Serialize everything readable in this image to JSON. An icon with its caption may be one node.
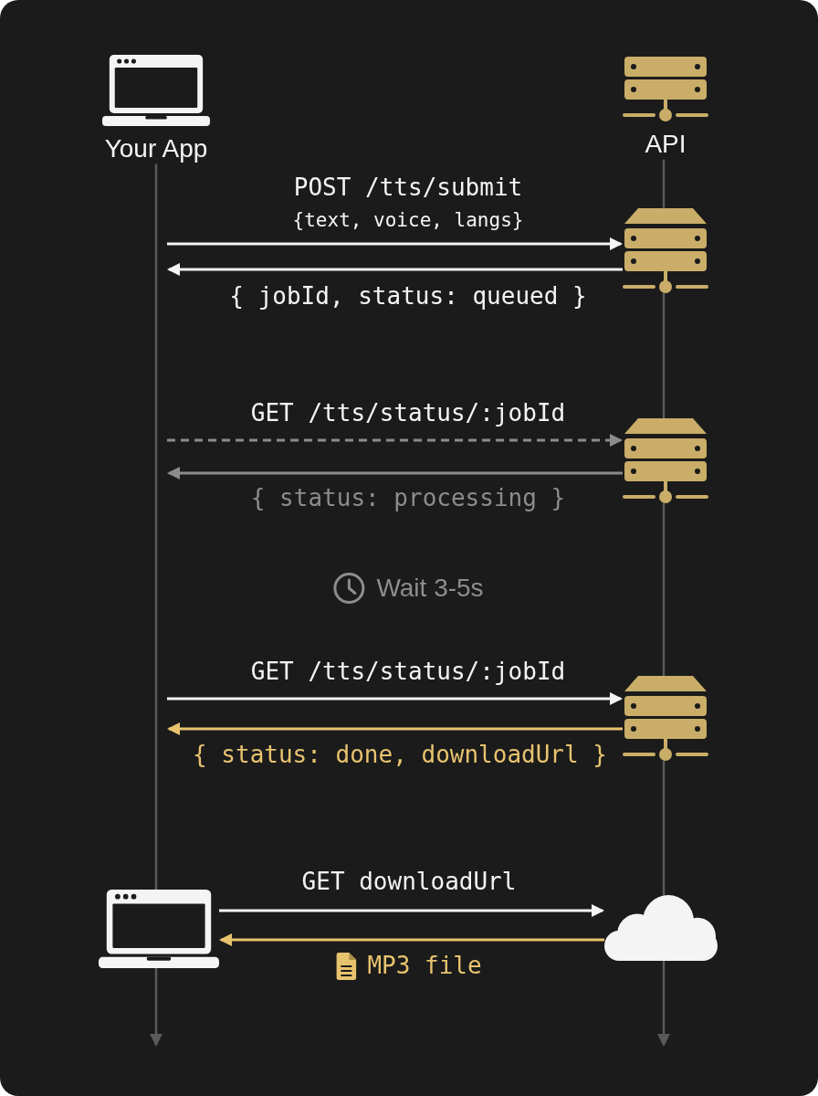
{
  "diagram": {
    "nodes": [
      {
        "text": [
          "Your App"
        ]
      },
      {
        "text": [
          "API"
        ]
      },
      {
        "text": [],
        "shape": "picture"
      },
      {
        "text": [],
        "shape": "picture"
      },
      {
        "text": [],
        "shape": "picture"
      },
      {
        "text": [],
        "shape": "picture"
      },
      {
        "text": [],
        "shape": "cloud"
      }
    ],
    "edges": [
      {
        "from": null,
        "to": 2,
        "arrow": "to",
        "label": "POST /tts/submit",
        "color": "#f4f4f4"
      },
      {
        "from": 2,
        "to": null,
        "arrow": "to",
        "label": "{ jobId, status: queued }",
        "color": "#f4f4f4"
      },
      {
        "from": null,
        "to": 3,
        "arrow": "to",
        "label": "GET /tts/status/:jobId",
        "style": "dashed",
        "color": "#8c8c8c"
      },
      {
        "from": 3,
        "to": null,
        "arrow": "to",
        "label": "{ status: processing }",
        "color": "#8c8c8c"
      },
      {
        "from": null,
        "to": 4,
        "arrow": "to",
        "label": "GET /tts/status/:jobId",
        "color": "#f4f4f4"
      },
      {
        "from": 4,
        "to": null,
        "arrow": "to",
        "label": "{ status: done, downloadUrl }",
        "color": "#e8c36e"
      },
      {
        "from": 5,
        "to": 6,
        "arrow": "to",
        "label": "GET downloadUrl",
        "color": "#f4f4f4"
      },
      {
        "from": 6,
        "to": 5,
        "arrow": "to",
        "label": "MP3 file",
        "color": "#e8c36e"
      },
      {
        "from": 0,
        "to": 5,
        "arrow": "none",
        "color": "#5a5a5a"
      },
      {
        "from": 5,
        "to": null,
        "arrow": "to",
        "color": "#5a5a5a"
      },
      {
        "from": 1,
        "to": 2,
        "arrow": "none",
        "color": "#5a5a5a"
      },
      {
        "from": 2,
        "to": 3,
        "arrow": "none",
        "color": "#5a5a5a"
      },
      {
        "from": 3,
        "to": 4,
        "arrow": "none",
        "color": "#5a5a5a"
      },
      {
        "from": 4,
        "to": 6,
        "arrow": "none",
        "color": "#5a5a5a"
      },
      {
        "from": 6,
        "to": null,
        "arrow": "to",
        "color": "#5a5a5a"
      }
    ],
    "labels": [
      "{text, voice, langs}",
      "Wait 3-5s"
    ]
  }
}
